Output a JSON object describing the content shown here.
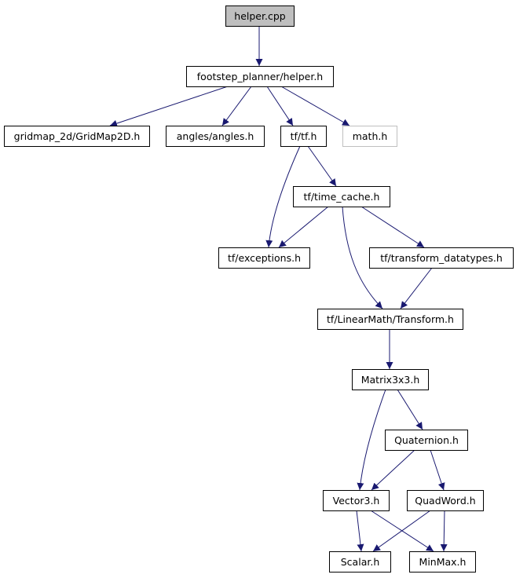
{
  "colors": {
    "edge": "#191970",
    "node_border": "#000000",
    "root_fill": "#bfbfbf",
    "node_fill": "#ffffff",
    "external_border": "#bfbfbf",
    "text": "#000000"
  },
  "nodes": [
    {
      "id": "helper_cpp",
      "label": "helper.cpp",
      "kind": "root"
    },
    {
      "id": "fp_helper_h",
      "label": "footstep_planner/helper.h",
      "kind": "normal"
    },
    {
      "id": "gridmap_h",
      "label": "gridmap_2d/GridMap2D.h",
      "kind": "normal"
    },
    {
      "id": "angles_h",
      "label": "angles/angles.h",
      "kind": "normal"
    },
    {
      "id": "tf_h",
      "label": "tf/tf.h",
      "kind": "normal"
    },
    {
      "id": "math_h",
      "label": "math.h",
      "kind": "external"
    },
    {
      "id": "time_cache_h",
      "label": "tf/time_cache.h",
      "kind": "normal"
    },
    {
      "id": "exceptions_h",
      "label": "tf/exceptions.h",
      "kind": "normal"
    },
    {
      "id": "transform_datatypes_h",
      "label": "tf/transform_datatypes.h",
      "kind": "normal"
    },
    {
      "id": "transform_h",
      "label": "tf/LinearMath/Transform.h",
      "kind": "normal"
    },
    {
      "id": "matrix3x3_h",
      "label": "Matrix3x3.h",
      "kind": "normal"
    },
    {
      "id": "quaternion_h",
      "label": "Quaternion.h",
      "kind": "normal"
    },
    {
      "id": "vector3_h",
      "label": "Vector3.h",
      "kind": "normal"
    },
    {
      "id": "quadword_h",
      "label": "QuadWord.h",
      "kind": "normal"
    },
    {
      "id": "scalar_h",
      "label": "Scalar.h",
      "kind": "normal"
    },
    {
      "id": "minmax_h",
      "label": "MinMax.h",
      "kind": "normal"
    }
  ],
  "edges": [
    {
      "from": "helper_cpp",
      "to": "fp_helper_h"
    },
    {
      "from": "fp_helper_h",
      "to": "gridmap_h"
    },
    {
      "from": "fp_helper_h",
      "to": "angles_h"
    },
    {
      "from": "fp_helper_h",
      "to": "tf_h"
    },
    {
      "from": "fp_helper_h",
      "to": "math_h"
    },
    {
      "from": "tf_h",
      "to": "time_cache_h"
    },
    {
      "from": "tf_h",
      "to": "exceptions_h"
    },
    {
      "from": "time_cache_h",
      "to": "exceptions_h"
    },
    {
      "from": "time_cache_h",
      "to": "transform_datatypes_h"
    },
    {
      "from": "time_cache_h",
      "to": "transform_h"
    },
    {
      "from": "transform_datatypes_h",
      "to": "transform_h"
    },
    {
      "from": "transform_h",
      "to": "matrix3x3_h"
    },
    {
      "from": "matrix3x3_h",
      "to": "quaternion_h"
    },
    {
      "from": "matrix3x3_h",
      "to": "vector3_h"
    },
    {
      "from": "quaternion_h",
      "to": "vector3_h"
    },
    {
      "from": "quaternion_h",
      "to": "quadword_h"
    },
    {
      "from": "vector3_h",
      "to": "scalar_h"
    },
    {
      "from": "vector3_h",
      "to": "minmax_h"
    },
    {
      "from": "quadword_h",
      "to": "scalar_h"
    },
    {
      "from": "quadword_h",
      "to": "minmax_h"
    }
  ]
}
